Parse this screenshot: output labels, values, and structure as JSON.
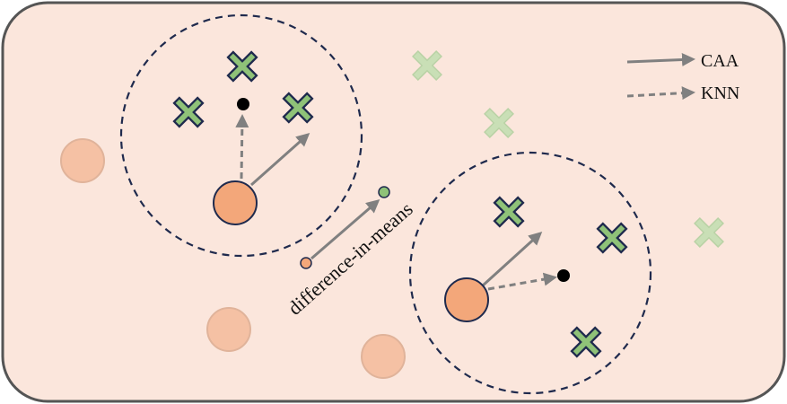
{
  "legend": {
    "solid_label": "CAA",
    "dashed_label": "KNN"
  },
  "annotation": {
    "text": "difference-in-means"
  },
  "colors": {
    "background": "#fbe6dc",
    "border": "#555555",
    "circle_dash": "#1f2a4d",
    "orange": "#f3a77a",
    "orange_outline": "#1f2a4d",
    "orange_faded": "#f5c1a4",
    "cross_green": "#8fc278",
    "cross_outline": "#1f2a4d",
    "cross_faded": "#c9dfb6",
    "arrow": "#808080",
    "dot": "#000000"
  }
}
